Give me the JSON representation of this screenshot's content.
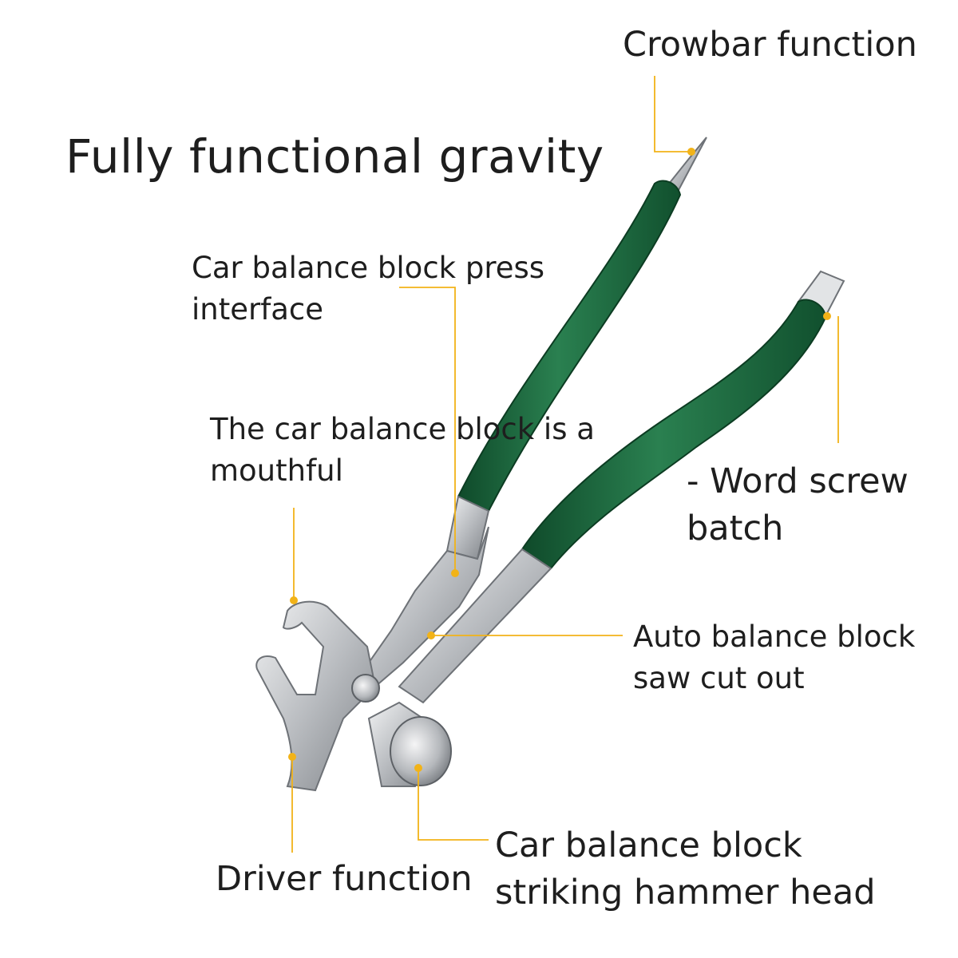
{
  "heading": "Fully functional gravity",
  "labels": {
    "crowbar": "Crowbar function",
    "press_interface": [
      "Car balance block press",
      "interface"
    ],
    "mouthful": [
      "The car balance block is a",
      "mouthful"
    ],
    "screw_batch": [
      "- Word screw",
      "batch"
    ],
    "saw_cut": [
      "Auto balance block",
      "saw cut out"
    ],
    "driver": "Driver function",
    "hammer_head": [
      "Car balance block",
      "striking hammer head"
    ]
  },
  "colors": {
    "leader_line": "#f2b318",
    "handle_grip": "#1f6b40",
    "steel": "#b9bcc0",
    "text": "#1e1e1e"
  },
  "icons": [
    "tool-icon"
  ]
}
